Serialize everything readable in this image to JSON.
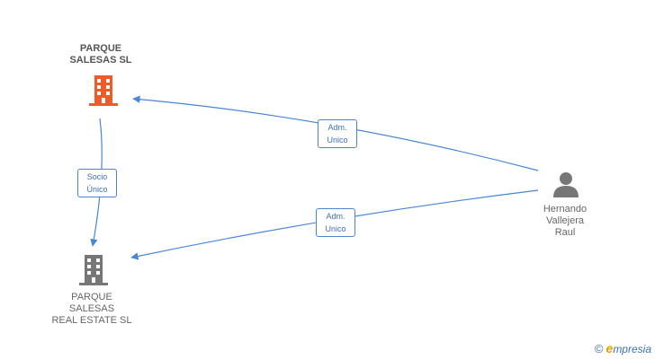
{
  "nodes": {
    "company_main": {
      "name_lines": [
        "PARQUE",
        "SALESAS SL"
      ],
      "color": "#f05a28",
      "icon": "building-icon"
    },
    "company_sub": {
      "name_lines": [
        "PARQUE",
        "SALESAS",
        "REAL ESTATE SL"
      ],
      "color": "#777777",
      "icon": "building-icon"
    },
    "person": {
      "name_lines": [
        "Hernando",
        "Vallejera",
        "Raul"
      ],
      "color": "#777777",
      "icon": "person-icon"
    }
  },
  "edges": {
    "socio": {
      "label_lines": [
        "Socio",
        "Único"
      ]
    },
    "adm_main": {
      "label_lines": [
        "Adm.",
        "Unico"
      ]
    },
    "adm_sub": {
      "label_lines": [
        "Adm.",
        "Unico"
      ]
    }
  },
  "colors": {
    "edge": "#4a86d4"
  },
  "brand": {
    "copyright": "©",
    "initial": "e",
    "rest": "mpresia"
  }
}
